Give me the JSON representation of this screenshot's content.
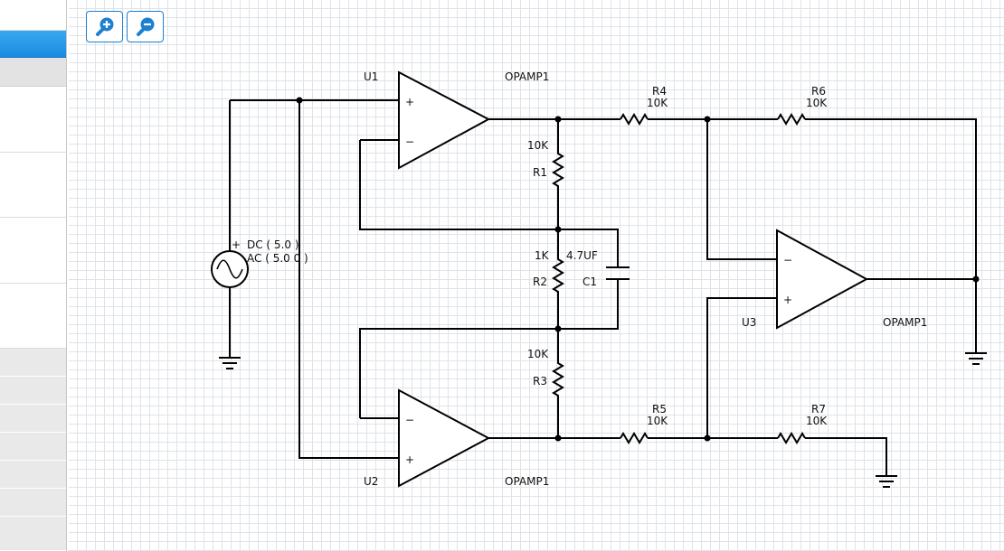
{
  "toolbar": {
    "zoom_in_icon": "zoom-in-magnifier-plus",
    "zoom_out_icon": "zoom-out-magnifier-minus",
    "accent_color": "#1c7fd0"
  },
  "sidebar": {
    "active_color": "#2a9ce8"
  },
  "schematic": {
    "u1": {
      "ref": "U1",
      "model": "OPAMP1",
      "plus": "+",
      "minus": "−"
    },
    "u2": {
      "ref": "U2",
      "model": "OPAMP1",
      "plus": "+",
      "minus": "−"
    },
    "u3": {
      "ref": "U3",
      "model": "OPAMP1",
      "plus": "+",
      "minus": "−"
    },
    "r1": {
      "ref": "R1",
      "value": "10K"
    },
    "r2": {
      "ref": "R2",
      "value": "1K"
    },
    "r3": {
      "ref": "R3",
      "value": "10K"
    },
    "r4": {
      "ref": "R4",
      "value": "10K"
    },
    "r5": {
      "ref": "R5",
      "value": "10K"
    },
    "r6": {
      "ref": "R6",
      "value": "10K"
    },
    "r7": {
      "ref": "R7",
      "value": "10K"
    },
    "c1": {
      "ref": "C1",
      "value": "4.7UF"
    },
    "source": {
      "plus": "+",
      "dc": "DC ( 5.0 )",
      "ac": "AC ( 5.0 0 )"
    }
  }
}
